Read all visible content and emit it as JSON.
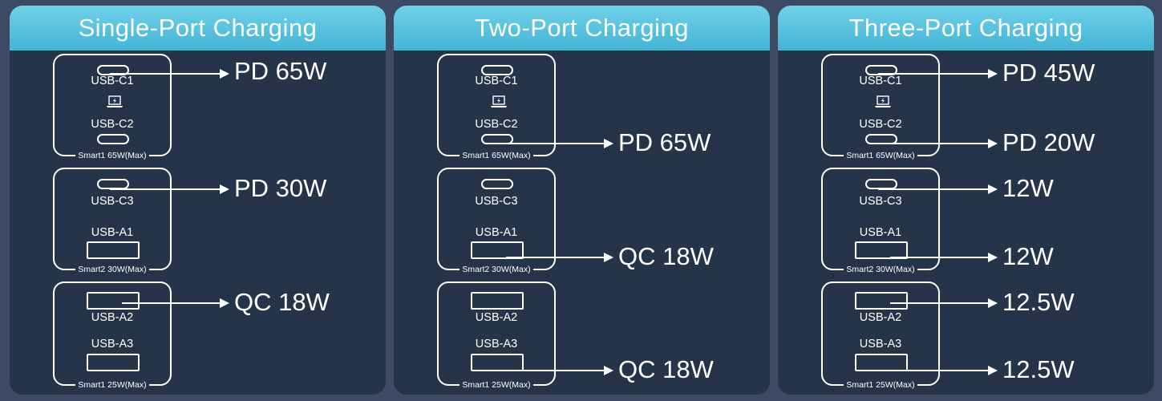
{
  "panels": [
    {
      "title": "Single-Port Charging",
      "groups": [
        {
          "caption": "Smart1 65W(Max)",
          "ports": [
            {
              "kind": "usb-c",
              "label": "USB-C1"
            },
            {
              "kind": "usb-c",
              "label": "USB-C2"
            }
          ]
        },
        {
          "caption": "Smart2 30W(Max)",
          "ports": [
            {
              "kind": "usb-c",
              "label": "USB-C3"
            },
            {
              "kind": "usb-a",
              "label": "USB-A1"
            }
          ]
        },
        {
          "caption": "Smart1 25W(Max)",
          "ports": [
            {
              "kind": "usb-a",
              "label": "USB-A2"
            },
            {
              "kind": "usb-a",
              "label": "USB-A3"
            }
          ]
        }
      ],
      "outputs": [
        {
          "port": "USB-C1",
          "value": "PD 65W"
        },
        {
          "port": "USB-C3",
          "value": "PD 30W"
        },
        {
          "port": "USB-A2",
          "value": "QC 18W"
        }
      ]
    },
    {
      "title": "Two-Port Charging",
      "groups": [
        {
          "caption": "Smart1 65W(Max)",
          "ports": [
            {
              "kind": "usb-c",
              "label": "USB-C1"
            },
            {
              "kind": "usb-c",
              "label": "USB-C2"
            }
          ]
        },
        {
          "caption": "Smart2 30W(Max)",
          "ports": [
            {
              "kind": "usb-c",
              "label": "USB-C3"
            },
            {
              "kind": "usb-a",
              "label": "USB-A1"
            }
          ]
        },
        {
          "caption": "Smart1 25W(Max)",
          "ports": [
            {
              "kind": "usb-a",
              "label": "USB-A2"
            },
            {
              "kind": "usb-a",
              "label": "USB-A3"
            }
          ]
        }
      ],
      "outputs": [
        {
          "port": "USB-C2",
          "value": "PD 65W"
        },
        {
          "port": "USB-A1",
          "value": "QC 18W"
        },
        {
          "port": "USB-A3",
          "value": "QC 18W"
        }
      ]
    },
    {
      "title": "Three-Port Charging",
      "groups": [
        {
          "caption": "Smart1 65W(Max)",
          "ports": [
            {
              "kind": "usb-c",
              "label": "USB-C1"
            },
            {
              "kind": "usb-c",
              "label": "USB-C2"
            }
          ]
        },
        {
          "caption": "Smart2 30W(Max)",
          "ports": [
            {
              "kind": "usb-c",
              "label": "USB-C3"
            },
            {
              "kind": "usb-a",
              "label": "USB-A1"
            }
          ]
        },
        {
          "caption": "Smart1 25W(Max)",
          "ports": [
            {
              "kind": "usb-a",
              "label": "USB-A2"
            },
            {
              "kind": "usb-a",
              "label": "USB-A3"
            }
          ]
        }
      ],
      "outputs": [
        {
          "port": "USB-C1",
          "value": "PD 45W"
        },
        {
          "port": "USB-C2",
          "value": "PD 20W"
        },
        {
          "port": "USB-C3",
          "value": "12W"
        },
        {
          "port": "USB-A1",
          "value": "12W"
        },
        {
          "port": "USB-A2",
          "value": "12.5W"
        },
        {
          "port": "USB-A3",
          "value": "12.5W"
        }
      ]
    }
  ],
  "icons": {
    "laptop": "laptop-charging-icon"
  },
  "colors": {
    "background": "#3d4a62",
    "panel": "#253449",
    "header": "#4cbad9",
    "line": "#ffffff"
  }
}
